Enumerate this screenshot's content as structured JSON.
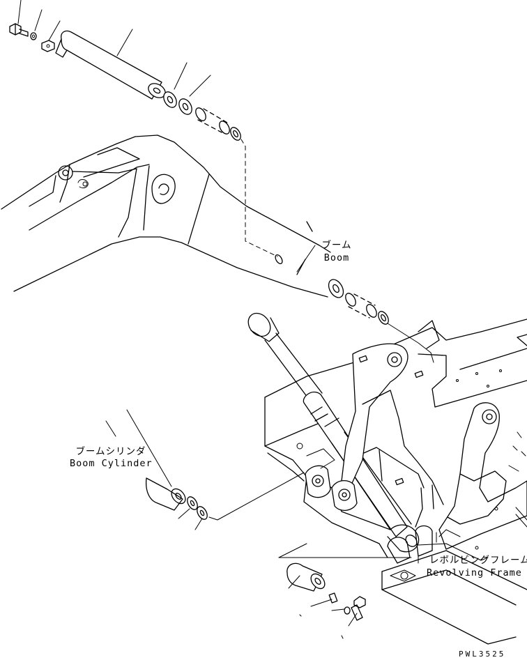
{
  "labels": {
    "boom_jp": "ブーム",
    "boom_en": "Boom",
    "boom_cylinder_jp": "ブームシリンダ",
    "boom_cylinder_en": "Boom Cylinder",
    "revolving_frame_jp": "レボルビングフレーム",
    "revolving_frame_en": "Revolving Frame"
  },
  "drawing_code": "PWL3525"
}
